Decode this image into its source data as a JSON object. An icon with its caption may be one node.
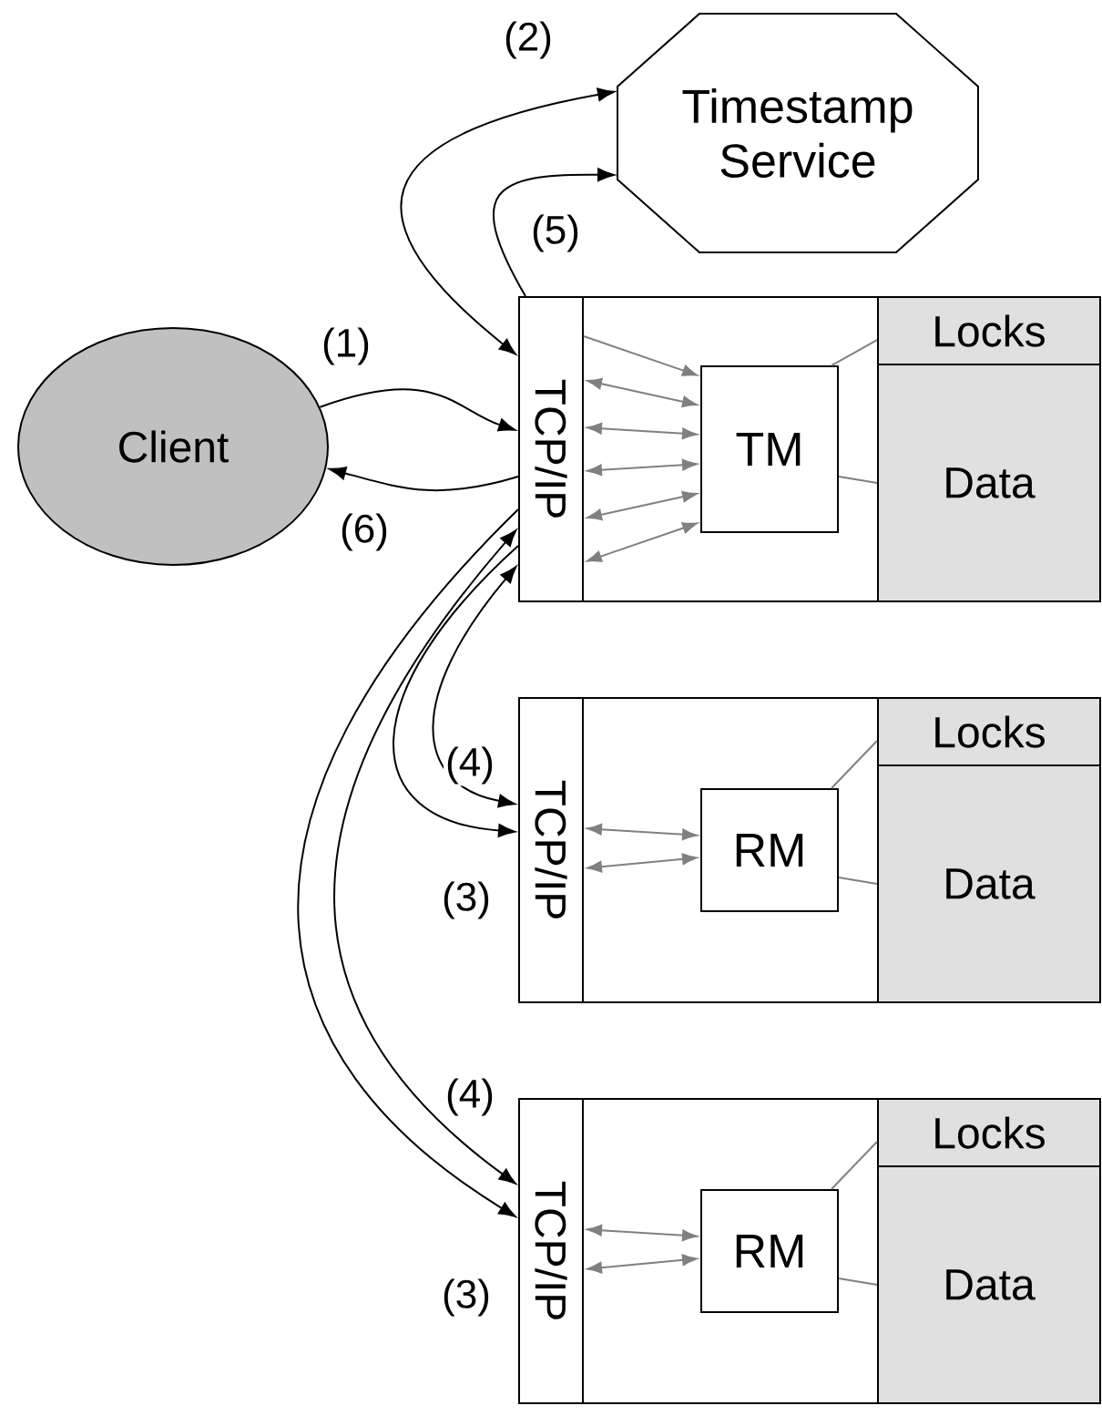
{
  "diagram": {
    "nodes": [
      {
        "text": [
          "Client"
        ]
      },
      {
        "text": [
          "Timestamp Service"
        ]
      },
      {
        "text": [],
        "shape": "box"
      },
      {
        "text": [
          "TCP/IP"
        ],
        "in": 2
      },
      {
        "text": [
          "TM"
        ],
        "in": 2
      },
      {
        "text": [
          "Locks"
        ],
        "in": 2
      },
      {
        "text": [
          "Data"
        ],
        "in": 2
      },
      {
        "text": [],
        "shape": "box"
      },
      {
        "text": [
          "TCP/IP"
        ],
        "in": 7
      },
      {
        "text": [
          "RM"
        ],
        "in": 7
      },
      {
        "text": [
          "Locks"
        ],
        "in": 7
      },
      {
        "text": [
          "Data"
        ],
        "in": 7
      },
      {
        "text": [],
        "shape": "box"
      },
      {
        "text": [
          "TCP/IP"
        ],
        "in": 12
      },
      {
        "text": [
          "RM"
        ],
        "in": 12
      },
      {
        "text": [
          "Locks"
        ],
        "in": 12
      },
      {
        "text": [
          "Data"
        ],
        "in": 12
      }
    ],
    "edges": [
      {
        "from": 0,
        "to": 3,
        "arrow": "to",
        "label": "(1)",
        "color": "#000000"
      },
      {
        "from": 3,
        "to": 0,
        "arrow": "to",
        "label": "(6)",
        "color": "#000000"
      },
      {
        "from": 3,
        "to": 1,
        "arrow": "both",
        "label": "(2)",
        "color": "#000000"
      },
      {
        "from": 3,
        "to": 1,
        "arrow": "to",
        "label": "(5)",
        "color": "#000000"
      },
      {
        "from": 3,
        "to": 8,
        "arrow": "both",
        "label": "(4)",
        "color": "#000000"
      },
      {
        "from": 3,
        "to": 8,
        "arrow": "to",
        "label": "(3)",
        "color": "#000000"
      },
      {
        "from": 3,
        "to": 13,
        "arrow": "both",
        "label": "(4)",
        "color": "#000000"
      },
      {
        "from": 3,
        "to": 13,
        "arrow": "to",
        "label": "(3)",
        "color": "#000000"
      },
      {
        "from": 3,
        "to": 4,
        "arrow": "to"
      },
      {
        "from": 3,
        "to": 4,
        "arrow": "both"
      },
      {
        "from": 3,
        "to": 4,
        "arrow": "both"
      },
      {
        "from": 3,
        "to": 4,
        "arrow": "both"
      },
      {
        "from": 3,
        "to": 4,
        "arrow": "both"
      },
      {
        "from": 3,
        "to": 4,
        "arrow": "both"
      },
      {
        "from": 4,
        "to": 5,
        "arrow": "none"
      },
      {
        "from": 4,
        "to": 6,
        "arrow": "none"
      },
      {
        "from": 8,
        "to": 9,
        "arrow": "both"
      },
      {
        "from": 8,
        "to": 9,
        "arrow": "both"
      },
      {
        "from": 9,
        "to": 10,
        "arrow": "none"
      },
      {
        "from": 9,
        "to": 11,
        "arrow": "none"
      },
      {
        "from": 13,
        "to": 14,
        "arrow": "both"
      },
      {
        "from": 13,
        "to": 14,
        "arrow": "both"
      },
      {
        "from": 14,
        "to": 15,
        "arrow": "none"
      },
      {
        "from": 14,
        "to": 16,
        "arrow": "none"
      }
    ]
  }
}
